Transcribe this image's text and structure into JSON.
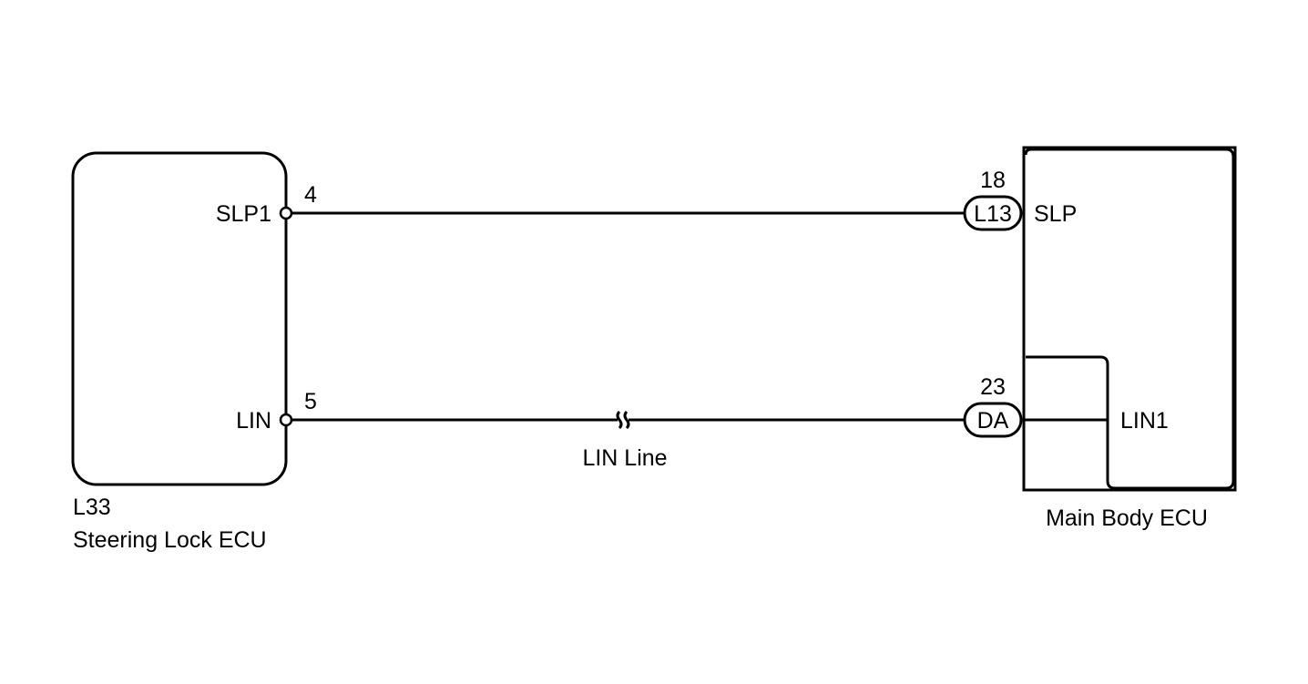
{
  "steering_lock_ecu": {
    "code": "L33",
    "name": "Steering Lock ECU",
    "pins": [
      {
        "terminal_number": "4",
        "signal": "SLP1"
      },
      {
        "terminal_number": "5",
        "signal": "LIN"
      }
    ]
  },
  "main_body_ecu": {
    "name": "Main Body ECU",
    "connectors": [
      {
        "terminal_number": "18",
        "connector": "L13",
        "signal": "SLP"
      },
      {
        "terminal_number": "23",
        "connector": "DA",
        "signal": "LIN1"
      }
    ]
  },
  "wires": {
    "lin_line_label": "LIN Line"
  }
}
